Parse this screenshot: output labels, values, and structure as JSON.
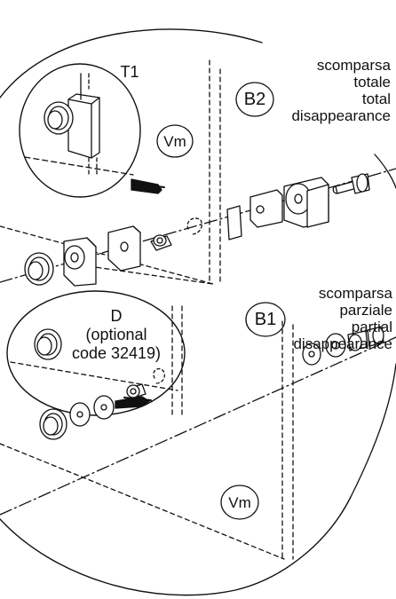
{
  "labels": {
    "t1": "T1",
    "b2": "B2",
    "b1": "B1",
    "vm_top": "Vm",
    "vm_bottom": "Vm",
    "d_title": "D",
    "d_line2": "(optional",
    "d_line3": "code 32419)"
  },
  "b2_caption": [
    "scomparsa",
    "totale",
    "total",
    "disappearance"
  ],
  "b1_caption": [
    "scomparsa",
    "parziale",
    "partial",
    "disappearance"
  ]
}
